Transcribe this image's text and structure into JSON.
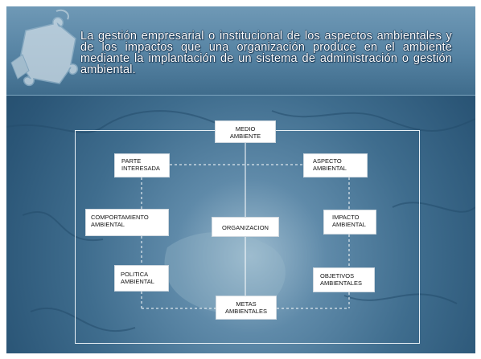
{
  "title": "La gestión empresarial o institucional de los aspectos ambientales y de los impactos que una organización produce en el ambiente mediante la implantación de un sistema de administración o gestión ambiental.",
  "diagram": {
    "medio": [
      "MEDIO",
      "AMBIENTE"
    ],
    "parte": [
      "PARTE",
      "INTERESADA"
    ],
    "aspecto": [
      "ASPECTO",
      "AMBIENTAL"
    ],
    "comportamiento": [
      "COMPORTAMIENTO",
      "AMBIENTAL"
    ],
    "organizacion": [
      "ORGANIZACION"
    ],
    "impacto": [
      "IMPACTO",
      "AMBIENTAL"
    ],
    "politica": [
      "POLITICA",
      "AMBIENTAL"
    ],
    "objetivos": [
      "OBJETIVOS",
      "AMBIENTALES"
    ],
    "metas": [
      "METAS",
      "AMBIENTALES"
    ]
  },
  "colors": {
    "background": "#2b5677",
    "header": "#5683a3",
    "node_fill": "#ffffff",
    "connector": "#ffffff"
  }
}
